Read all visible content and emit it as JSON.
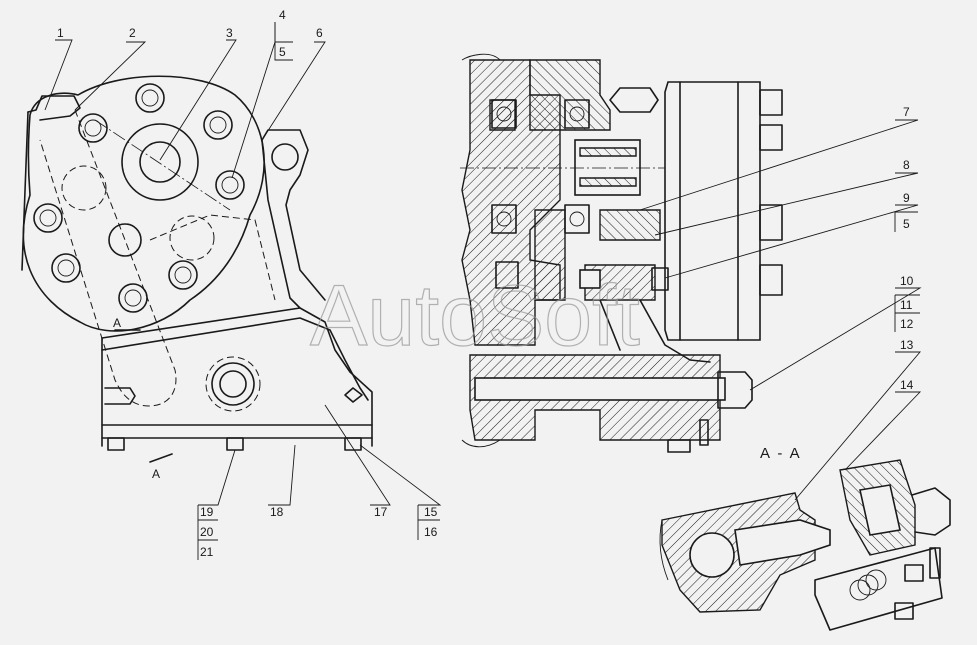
{
  "watermark": "AutoSoft",
  "section_label": "A - A",
  "section_marks": [
    "A",
    "A"
  ],
  "callouts": [
    {
      "id": "c1",
      "text": "1"
    },
    {
      "id": "c2",
      "text": "2"
    },
    {
      "id": "c3",
      "text": "3"
    },
    {
      "id": "c4",
      "text": "4"
    },
    {
      "id": "c5a",
      "text": "5"
    },
    {
      "id": "c6",
      "text": "6"
    },
    {
      "id": "c7",
      "text": "7"
    },
    {
      "id": "c8",
      "text": "8"
    },
    {
      "id": "c9",
      "text": "9"
    },
    {
      "id": "c5b",
      "text": "5"
    },
    {
      "id": "c10",
      "text": "10"
    },
    {
      "id": "c11",
      "text": "11"
    },
    {
      "id": "c12",
      "text": "12"
    },
    {
      "id": "c13",
      "text": "13"
    },
    {
      "id": "c14",
      "text": "14"
    },
    {
      "id": "c15",
      "text": "15"
    },
    {
      "id": "c16",
      "text": "16"
    },
    {
      "id": "c17",
      "text": "17"
    },
    {
      "id": "c18",
      "text": "18"
    },
    {
      "id": "c19",
      "text": "19"
    },
    {
      "id": "c20",
      "text": "20"
    },
    {
      "id": "c21",
      "text": "21"
    }
  ]
}
